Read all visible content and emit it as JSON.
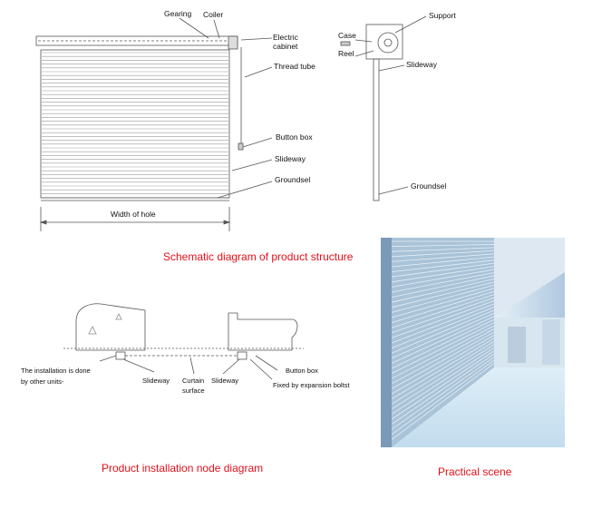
{
  "structure": {
    "gearing": "Gearing",
    "coiler": "Coiler",
    "electric_cabinet_1": "Electric",
    "electric_cabinet_2": "cabinet",
    "thread_tube": "Thread tube",
    "button_box": "Button box",
    "slideway": "Slideway",
    "groundsel": "Groundsel",
    "width_of_hole": "Width of hole"
  },
  "side_view": {
    "support": "Support",
    "case": "Case",
    "reel": "Reel",
    "slideway": "Slideway",
    "groundsel": "Groundsel"
  },
  "captions": {
    "schematic": "Schematic diagram of product structure",
    "installation": "Product installation node diagram",
    "practical": "Practical scene"
  },
  "installation": {
    "other_units_1": "The installation is done",
    "other_units_2": "by other units-",
    "slideway_left": "Slideway",
    "curtain_1": "Curtain",
    "curtain_2": "surface",
    "slideway_right": "Slideway",
    "button_box": "Button box",
    "expansion": "Fixed by expansion boltst"
  },
  "colors": {
    "caption_red": "#e0101a",
    "line": "#555555"
  }
}
